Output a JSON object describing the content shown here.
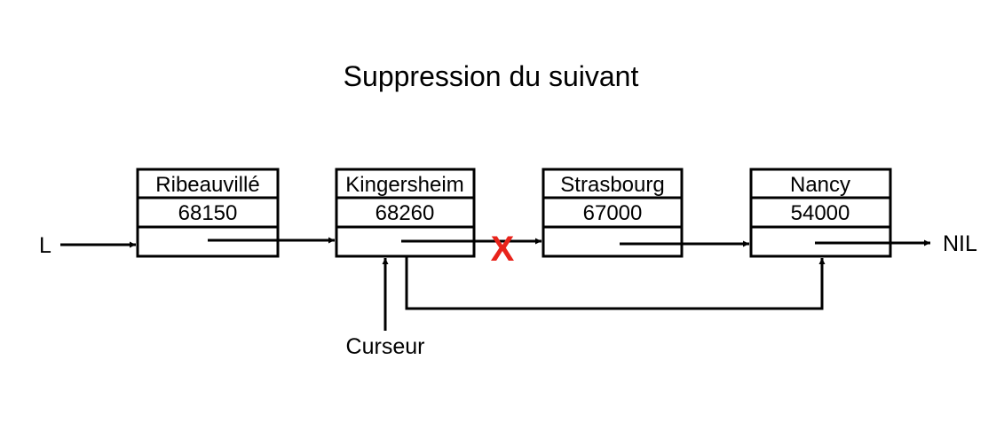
{
  "title": "Suppression du suivant",
  "nodes": [
    {
      "name": "Ribeauvillé",
      "code": "68150"
    },
    {
      "name": "Kingersheim",
      "code": "68260"
    },
    {
      "name": "Strasbourg",
      "code": "67000"
    },
    {
      "name": "Nancy",
      "code": "54000"
    }
  ],
  "labels": {
    "head": "L",
    "nil": "NIL",
    "cursor": "Curseur",
    "deleted_mark": "X"
  },
  "colors": {
    "stroke": "#000000",
    "deleted_mark": "#e8231b"
  }
}
